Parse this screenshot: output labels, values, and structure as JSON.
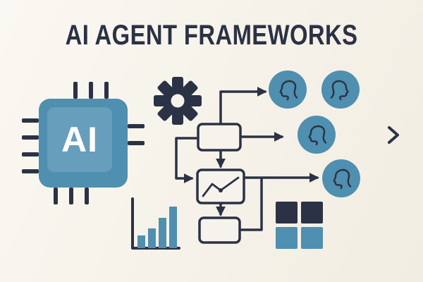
{
  "title": "AI AGENT FRAMEWORKS",
  "chip": {
    "label": "AI"
  },
  "colors": {
    "background": "#f6f3ec",
    "ink": "#2b3245",
    "accent": "#4f8fb0"
  },
  "icons": {
    "chip": "ai-chip-icon",
    "gear": "gear-icon",
    "flowchart": "flowchart-diagram",
    "avatars": "person-profile-icon",
    "bars": "bar-chart-icon",
    "grid": "grid-squares-icon",
    "chevron": "chevron-right-icon"
  }
}
